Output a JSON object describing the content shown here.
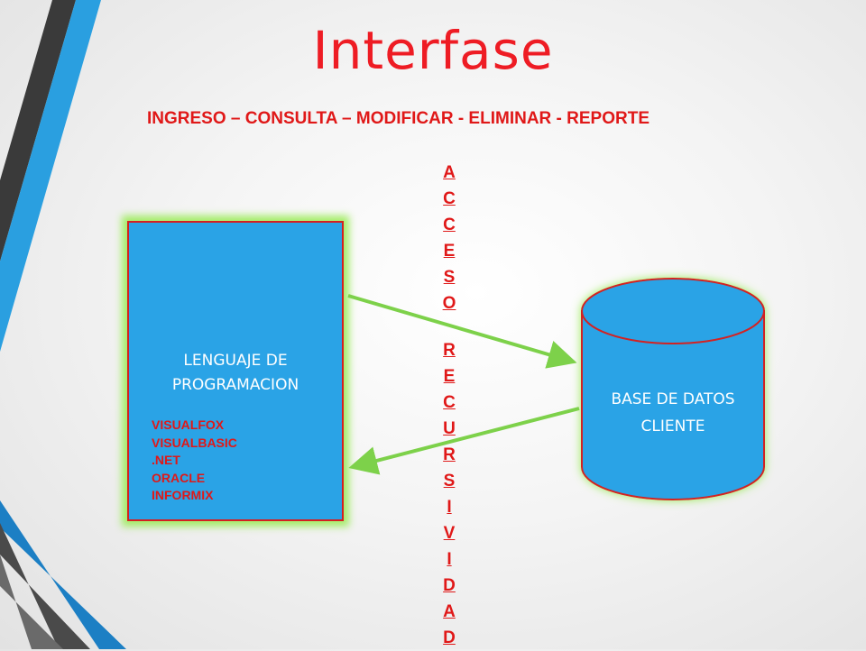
{
  "slide": {
    "title": "Interfase",
    "subtitle": "INGRESO – CONSULTA – MODIFICAR -  ELIMINAR - REPORTE"
  },
  "vertical_words": {
    "acceso": [
      "A",
      "C",
      "C",
      "E",
      "S",
      "O"
    ],
    "recursividad": [
      "R",
      "E",
      "C",
      "U",
      "R",
      "S",
      "I",
      "V",
      "I",
      "D",
      "A",
      "D"
    ]
  },
  "language_box": {
    "title": "LENGUAJE  DE\nPROGRAMACION",
    "items": [
      "VISUALFOX",
      "VISUALBASIC",
      ".NET",
      "ORACLE",
      "INFORMIX"
    ]
  },
  "database": {
    "title": "BASE DE DATOS\nCLIENTE"
  },
  "colors": {
    "title_red": "#ee1c24",
    "text_red": "#e01818",
    "box_blue": "#2aa3e6",
    "arrow_green": "#7dd14a",
    "glow_green": "#96eb50"
  }
}
